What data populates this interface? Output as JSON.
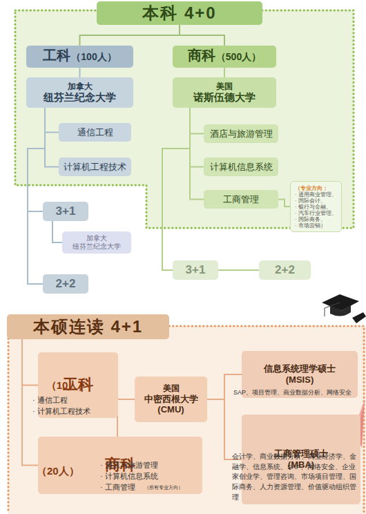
{
  "diagram": {
    "nodes": [
      {
        "text": [
          "本科 4+0"
        ]
      },
      {
        "text": [
          "工科",
          "（100人）"
        ]
      },
      {
        "text": [
          "商科",
          "（500人）"
        ]
      },
      {
        "text": [
          "加拿大",
          "纽芬兰纪念大学"
        ]
      },
      {
        "text": [
          "美国",
          "诺斯伍德大学"
        ]
      },
      {
        "text": [
          "通信工程"
        ]
      },
      {
        "text": [
          "计算机工程技术"
        ]
      },
      {
        "text": [
          "酒店与旅游管理"
        ]
      },
      {
        "text": [
          "计算机信息系统"
        ]
      },
      {
        "text": [
          "工商管理"
        ]
      },
      {
        "text": [
          "（专业方向：",
          "· 通用商业管理、",
          "· 国际会计、",
          "· 银行与金融、",
          "· 汽车行业管理、",
          "· 国际商务、",
          "· 市场营销）"
        ]
      },
      {
        "text": [
          "3+1"
        ]
      },
      {
        "text": [
          "加拿大",
          "纽芬兰纪念大学"
        ]
      },
      {
        "text": [
          "2+2"
        ]
      },
      {
        "text": [
          "3+1"
        ]
      },
      {
        "text": [
          "2+2"
        ]
      },
      {
        "text": [
          "本硕连读 4+1"
        ]
      },
      {
        "text": [
          "工科",
          "（10人）",
          "· 通信工程",
          "· 计算机工程技术"
        ]
      },
      {
        "text": [
          "商科",
          "（20人）",
          "· 酒店与旅游管理",
          "· 计算机信息系统",
          "· 工商管理",
          "（所有专业方向）"
        ]
      },
      {
        "text": [
          "美国",
          "中密西根大学",
          "(CMU)"
        ]
      },
      {
        "text": [
          "信息系统理学硕士",
          "(MSIS)",
          "SAP、项目管理、商业数据分析、网络安全"
        ]
      },
      {
        "text": [
          "工商管理硕士",
          "(MBA)",
          "会计学、商业数据分析、商业经济学、金融学、信息系统、SAP、网络安全、企业家创业学、管理咨询、市场项目管理、国际商务、人力资源管理、价值驱动组织管理"
        ]
      }
    ],
    "edges": [
      {
        "from": 0,
        "to": 1,
        "arrow": "none"
      },
      {
        "from": 0,
        "to": 2,
        "arrow": "none"
      },
      {
        "from": 1,
        "to": 3,
        "arrow": "none"
      },
      {
        "from": 2,
        "to": 4,
        "arrow": "none"
      },
      {
        "from": 3,
        "to": 5,
        "arrow": "none"
      },
      {
        "from": 3,
        "to": 6,
        "arrow": "none"
      },
      {
        "from": 4,
        "to": 7,
        "arrow": "none"
      },
      {
        "from": 4,
        "to": 8,
        "arrow": "none"
      },
      {
        "from": 4,
        "to": 9,
        "arrow": "none"
      },
      {
        "from": 9,
        "to": 10,
        "arrow": "none"
      },
      {
        "from": 3,
        "to": 11,
        "arrow": "none"
      },
      {
        "from": 3,
        "to": 13,
        "arrow": "none"
      },
      {
        "from": 11,
        "to": 12,
        "arrow": "none"
      },
      {
        "from": 4,
        "to": 14,
        "arrow": "none"
      },
      {
        "from": 14,
        "to": 15,
        "arrow": "none"
      },
      {
        "from": 16,
        "to": 17,
        "arrow": "none"
      },
      {
        "from": 16,
        "to": 18,
        "arrow": "none"
      },
      {
        "from": 17,
        "to": 19,
        "arrow": "none"
      },
      {
        "from": 18,
        "to": 19,
        "arrow": "none"
      },
      {
        "from": 19,
        "to": 20,
        "arrow": "none"
      },
      {
        "from": 19,
        "to": 21,
        "arrow": "none"
      }
    ]
  }
}
